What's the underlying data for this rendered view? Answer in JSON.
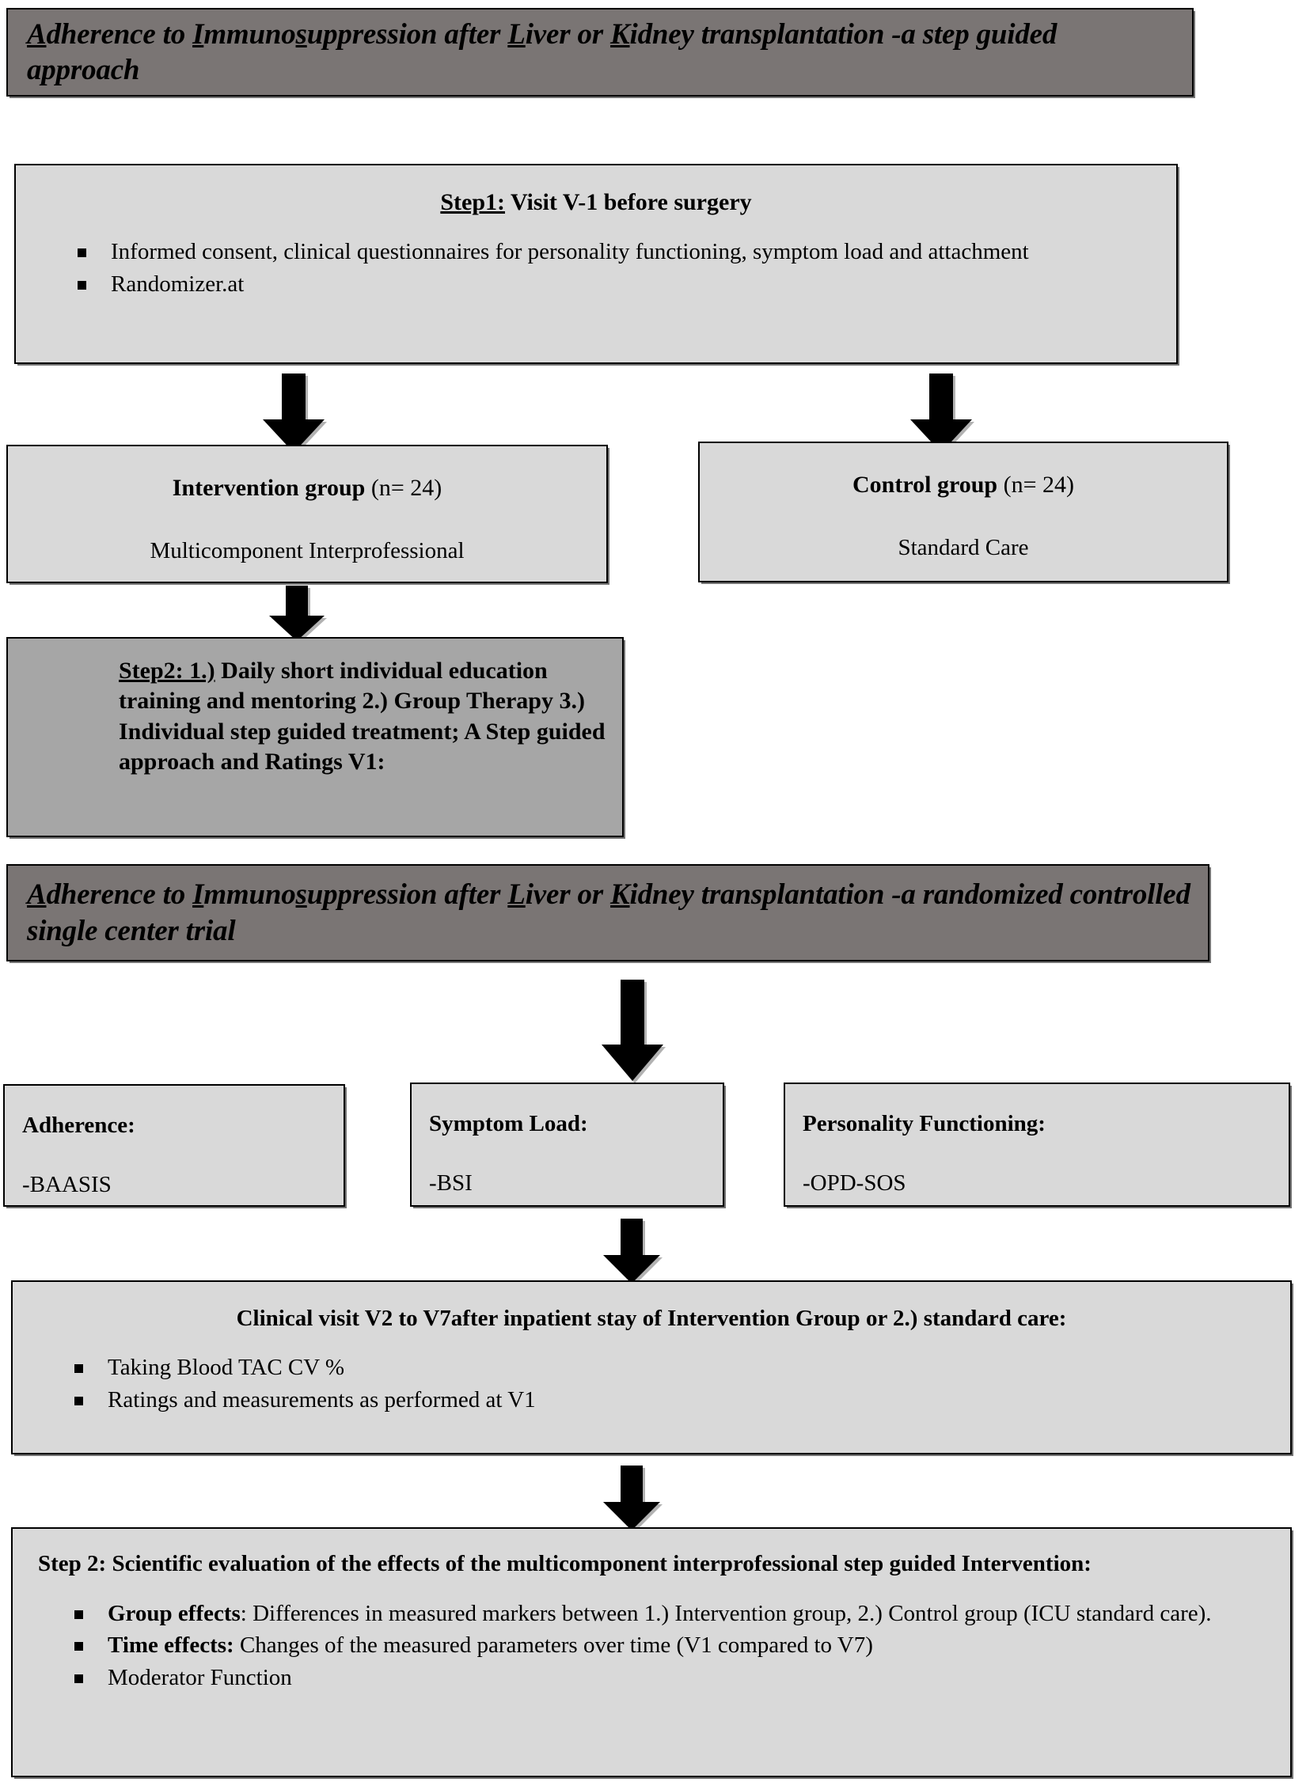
{
  "banner1": {
    "line1_pre": "A",
    "full": "Adherence to Immunosuppression after Liver or Kidney transplantation -a step guided approach"
  },
  "banner2": {
    "full": "Adherence to Immunosuppression after Liver or Kidney transplantation -a randomized controlled single center trial"
  },
  "step1": {
    "heading_underlined": "Step1:",
    "heading_rest": " Visit V-1 before surgery",
    "bullets": [
      "Informed consent, clinical questionnaires for personality functioning, symptom load and attachment",
      "Randomizer.at"
    ]
  },
  "intervention_group": {
    "title_bold": "Intervention group",
    "title_rest": " (n= 24)",
    "subtitle": "Multicomponent Interprofessional"
  },
  "control_group": {
    "title_bold": "Control group",
    "title_rest": " (n= 24)",
    "subtitle": "Standard Care"
  },
  "step2_box": {
    "label_underlined": "Step2: 1.)",
    "text": " Daily short individual education training and mentoring 2.) Group Therapy 3.)  Individual step guided treatment; A Step guided approach and Ratings V1:"
  },
  "measures": [
    {
      "heading": "Adherence:",
      "value": "-BAASIS"
    },
    {
      "heading": "Symptom Load:",
      "value": "-BSI"
    },
    {
      "heading": "Personality Functioning:",
      "value": "-OPD-SOS"
    }
  ],
  "clinical_visit": {
    "heading": "Clinical visit V2 to V7after inpatient stay of Intervention Group or 2.) standard care:",
    "bullets": [
      "Taking Blood TAC CV %",
      "Ratings and measurements as performed at V1"
    ]
  },
  "final_eval": {
    "heading": "Step 2: Scientific evaluation of the effects of the multicomponent interprofessional step guided Intervention:",
    "bullets": [
      {
        "bold": "Group effects",
        "rest": ": Differences in measured markers between 1.) Intervention group, 2.) Control group (ICU standard care)."
      },
      {
        "bold": "Time effects:",
        "rest": " Changes of the measured parameters over time (V1 compared to V7)"
      },
      {
        "bold": "",
        "rest": "Moderator Function"
      }
    ]
  },
  "arrows": [
    {
      "name": "arrow-step1-to-intervention"
    },
    {
      "name": "arrow-step1-to-control"
    },
    {
      "name": "arrow-intervention-to-step2"
    },
    {
      "name": "arrow-banner2-to-measures"
    },
    {
      "name": "arrow-measures-to-clinical-visit"
    },
    {
      "name": "arrow-clinical-visit-to-final"
    }
  ],
  "colors": {
    "banner_gray": "#7a7574",
    "box_light_gray": "#d9d9d9",
    "box_mid_gray": "#a6a6a6",
    "border": "#000000"
  }
}
